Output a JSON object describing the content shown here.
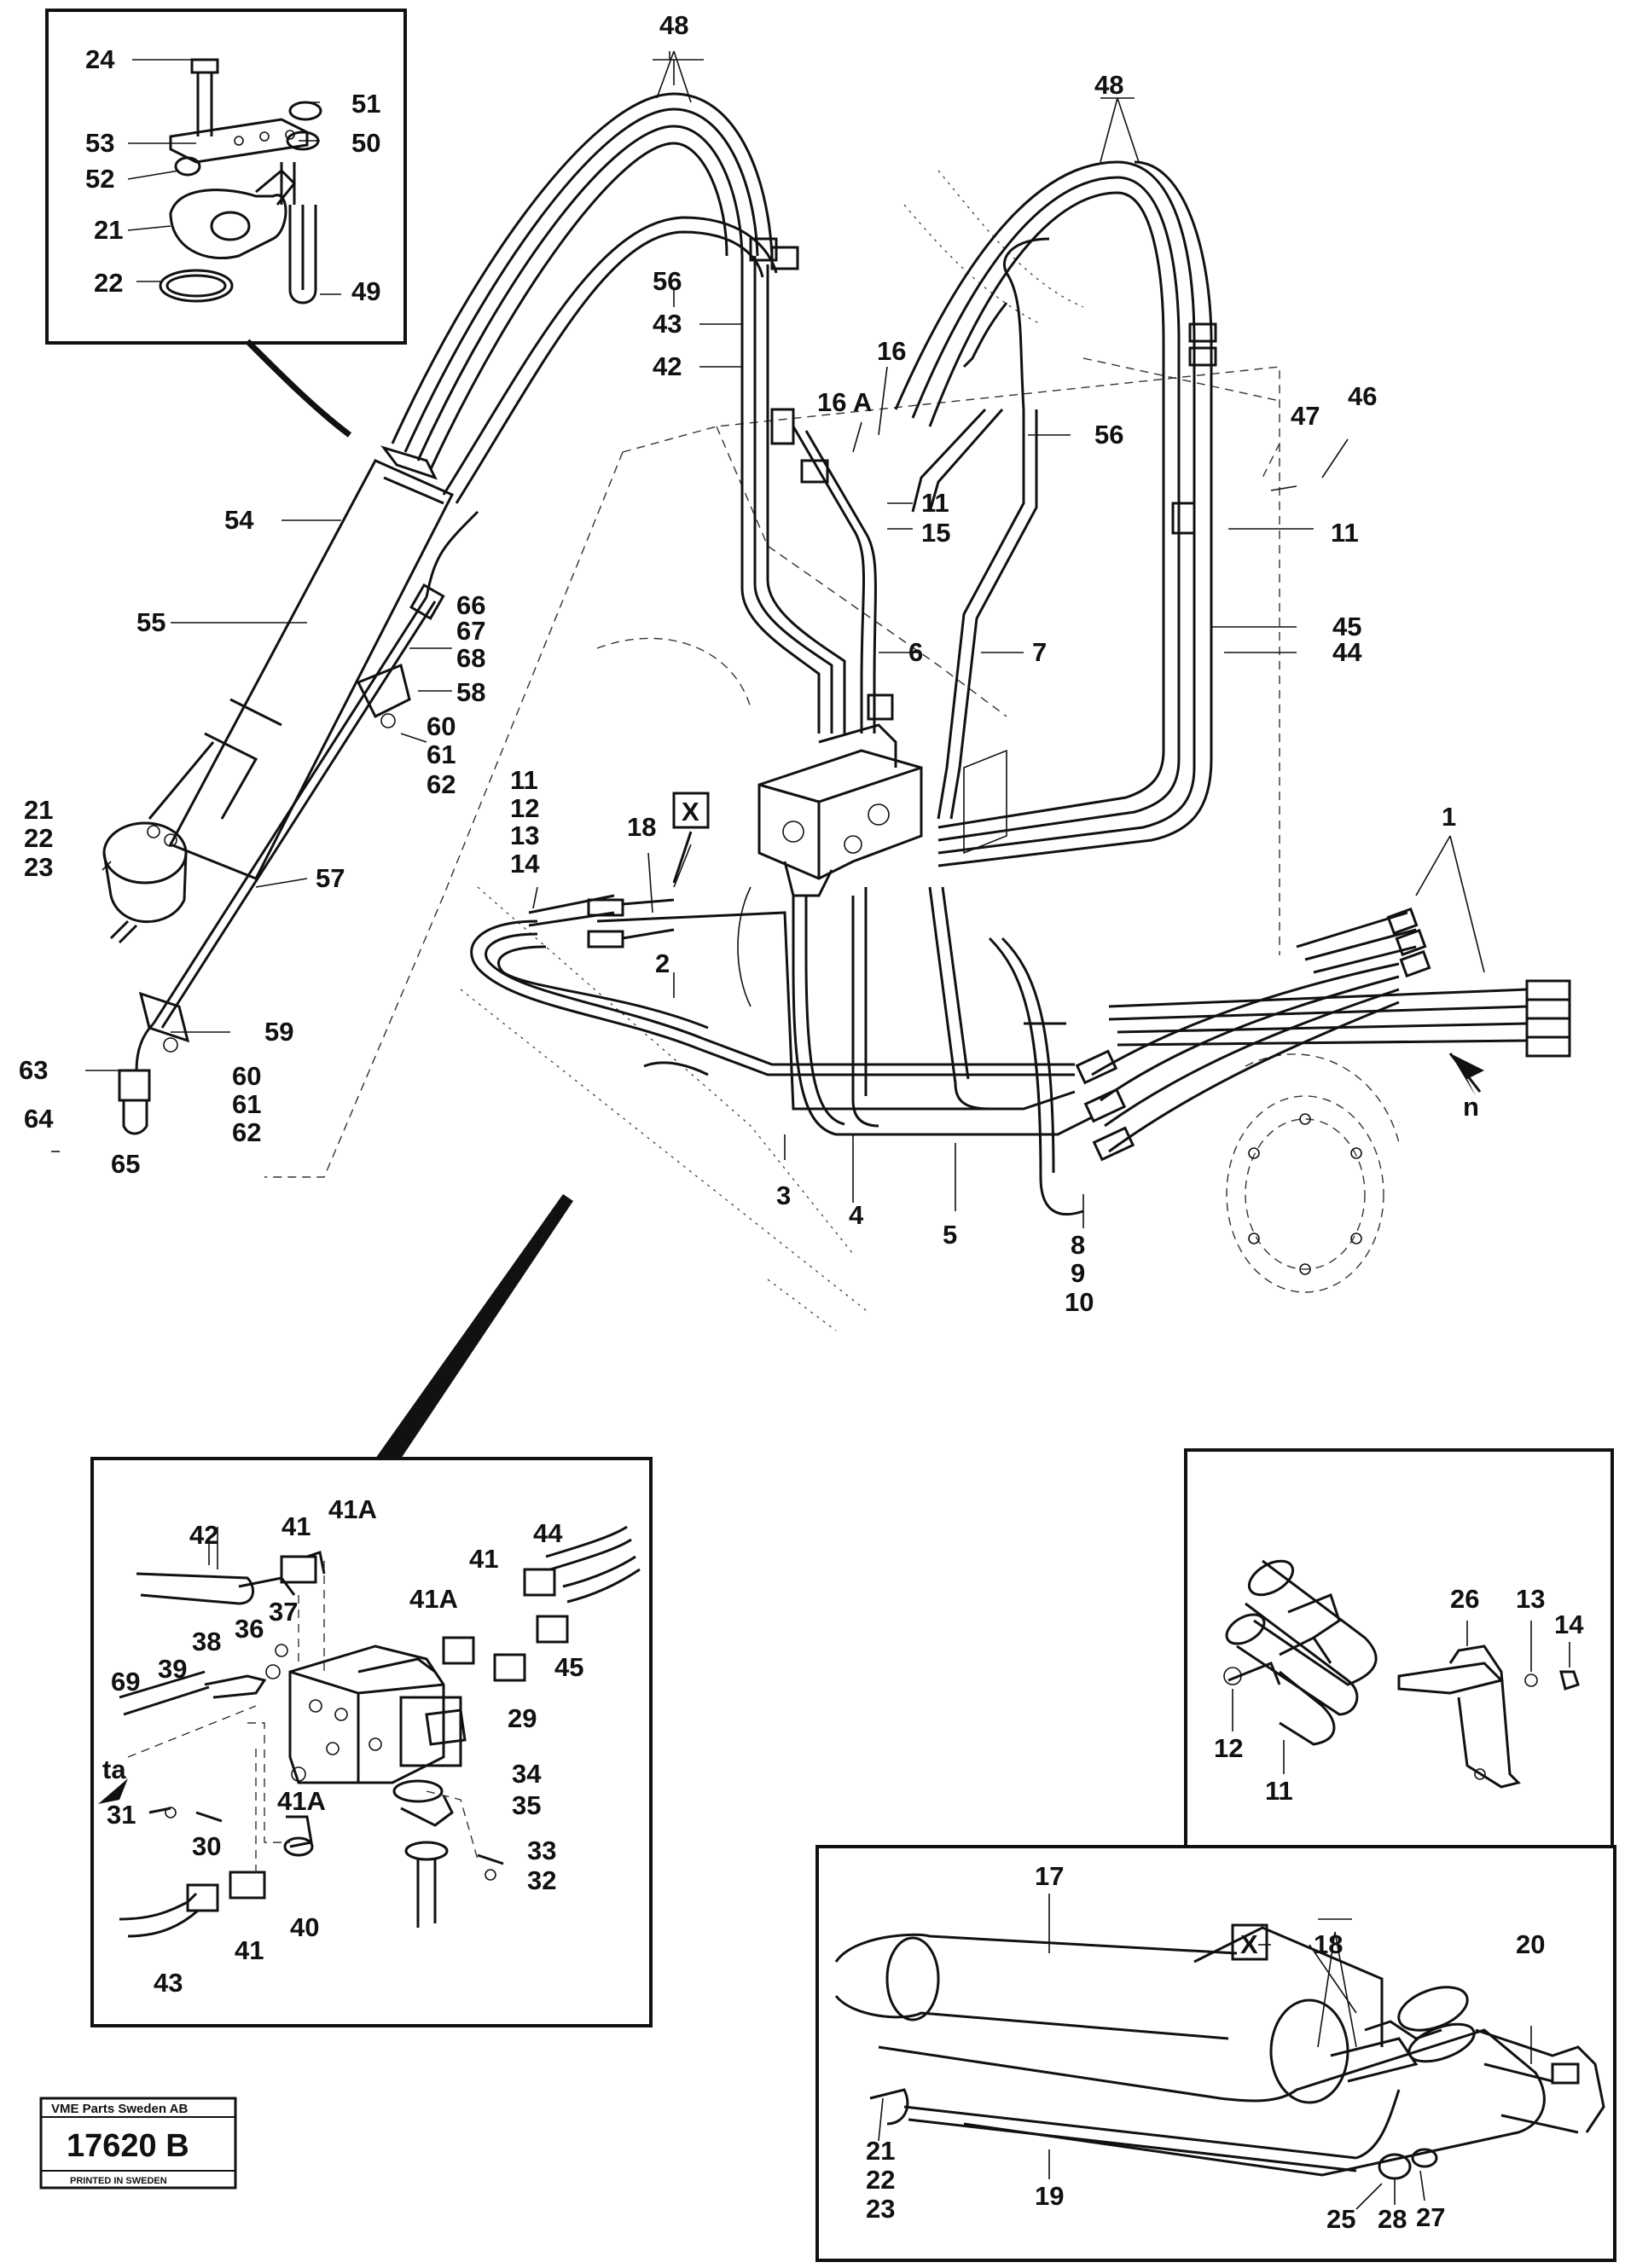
{
  "labels": {
    "l48a": "48",
    "l24": "24",
    "l51": "51",
    "l53": "53",
    "l50": "50",
    "l52": "52",
    "l21a": "21",
    "l22a": "22",
    "l49": "49",
    "l48b": "48",
    "l56a": "56",
    "l43a": "43",
    "l42a": "42",
    "l16": "16",
    "l16A": "16 A",
    "l47": "47",
    "l46": "46",
    "l56b": "56",
    "l11a": "11",
    "l15": "15",
    "l11b": "11",
    "l54": "54",
    "l55": "55",
    "l66": "66",
    "l67": "67",
    "l68": "68",
    "l58": "58",
    "l60a": "60",
    "l61a": "61",
    "l62a": "62",
    "l6": "6",
    "l7": "7",
    "l45a": "45",
    "l44a": "44",
    "l11c": "11",
    "l12a": "12",
    "l13a": "13",
    "l14a": "14",
    "l18a": "18",
    "lXa": "X",
    "l21b": "21",
    "l22b": "22",
    "l23b": "23",
    "l57": "57",
    "l1": "1",
    "l2": "2",
    "l59": "59",
    "l63": "63",
    "l60b": "60",
    "l61b": "61",
    "l64": "64",
    "l62b": "62",
    "l65": "65",
    "ln": "n",
    "l3": "3",
    "l4": "4",
    "l5": "5",
    "l8": "8",
    "l9": "9",
    "l10": "10",
    "l41a": "41",
    "l41Aa": "41A",
    "l42b": "42",
    "l44b": "44",
    "l41b": "41",
    "l41Ab": "41A",
    "l37": "37",
    "l38": "38",
    "l36": "36",
    "l45b": "45",
    "l69": "69",
    "l39": "39",
    "l29": "29",
    "lta": "ta",
    "l34": "34",
    "l41Ac": "41A",
    "l35": "35",
    "l31": "31",
    "l30": "30",
    "l33": "33",
    "l32": "32",
    "l40": "40",
    "l41c": "41",
    "l43b": "43",
    "l26": "26",
    "l13b": "13",
    "l14b": "14",
    "l12b": "12",
    "l11d": "11",
    "l17": "17",
    "lXb": "X",
    "l18b": "18",
    "l20": "20",
    "l21c": "21",
    "l22c": "22",
    "l23c": "23",
    "l19": "19",
    "l25": "25",
    "l28": "28",
    "l27": "27"
  },
  "stamp": {
    "company": "VME Parts Sweden AB",
    "number": "17620 B",
    "printed": "PRINTED IN SWEDEN"
  }
}
